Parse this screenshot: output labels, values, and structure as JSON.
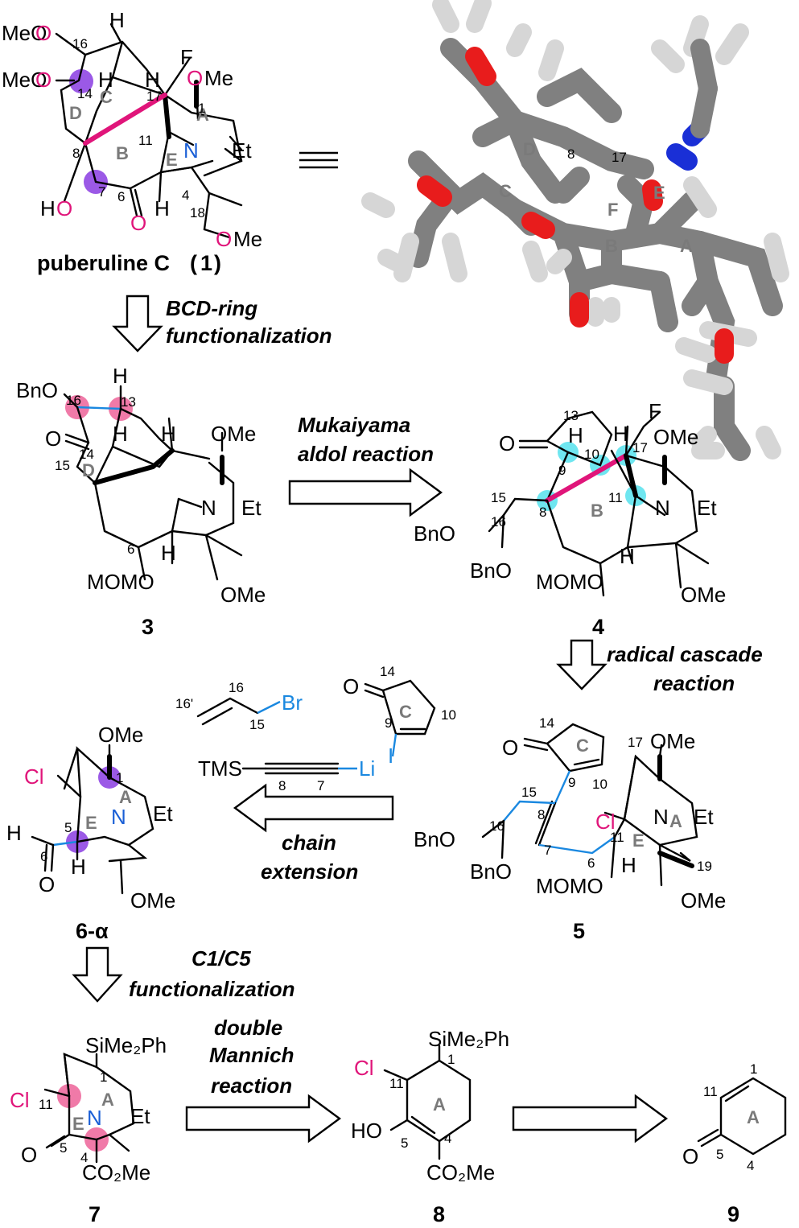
{
  "compounds": {
    "c1": {
      "name_text": "puberuline C",
      "name_num": "1"
    },
    "c3": {
      "label": "3"
    },
    "c4": {
      "label": "4"
    },
    "c5": {
      "label": "5"
    },
    "c6": {
      "label": "6-α"
    },
    "c7": {
      "label": "7"
    },
    "c8": {
      "label": "8"
    },
    "c9": {
      "label": "9"
    }
  },
  "arrows": {
    "a1": [
      "BCD-ring",
      "functionalization"
    ],
    "a2": [
      "Mukaiyama",
      "aldol reaction"
    ],
    "a3": [
      "radical cascade",
      "reaction"
    ],
    "a4": [
      "chain",
      "extension"
    ],
    "a5": [
      "C1/C5",
      "functionalization"
    ],
    "a6": [
      "double",
      "Mannich",
      "reaction"
    ]
  },
  "groups": {
    "MeO": "MeO",
    "OMe": "OMe",
    "Et": "Et",
    "N": "N",
    "HO": "HO",
    "H": "H",
    "O": "O",
    "F": "F",
    "BnO": "BnO",
    "MOMO": "MOMO",
    "Cl": "Cl",
    "Br": "Br",
    "I": "I",
    "Li": "Li",
    "TMS": "TMS",
    "SiMe2Ph": "SiMe₂Ph",
    "CO2Me": "CO₂Me"
  },
  "rings": {
    "A": "A",
    "B": "B",
    "C": "C",
    "D": "D",
    "E": "E",
    "F": "F"
  },
  "numbers": [
    "1",
    "4",
    "5",
    "6",
    "7",
    "8",
    "9",
    "10",
    "11",
    "13",
    "14",
    "15",
    "16",
    "16'",
    "17",
    "18",
    "19"
  ],
  "colors": {
    "highlight_pink": "#e0157a",
    "nitrogen_blue": "#1a5fd6",
    "bond_blue": "#1a88e0",
    "purple_dot": "#9b59e6",
    "cyan_dot": "#6fe6f0",
    "pink_dot": "#f07aa8",
    "ring_gray": "#7a7a7a"
  }
}
